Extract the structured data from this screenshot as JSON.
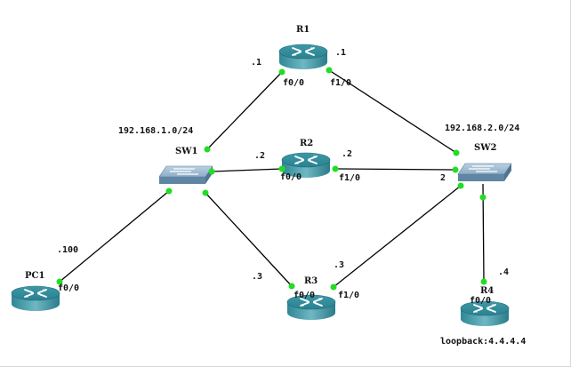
{
  "networks": {
    "net1": "192.168.1.0/24",
    "net2": "192.168.2.0/24"
  },
  "nodes": {
    "R1": {
      "name": "R1",
      "type": "router"
    },
    "R2": {
      "name": "R2",
      "type": "router"
    },
    "R3": {
      "name": "R3",
      "type": "router"
    },
    "R4": {
      "name": "R4",
      "type": "router"
    },
    "PC1": {
      "name": "PC1",
      "type": "router"
    },
    "SW1": {
      "name": "SW1",
      "type": "switch"
    },
    "SW2": {
      "name": "SW2",
      "type": "switch"
    }
  },
  "labels": {
    "r1_left_ip": ".1",
    "r1_right_ip": ".1",
    "r1_left_if": "f0/0",
    "r1_right_if": "f1/0",
    "r2_left_ip": ".2",
    "r2_right_ip": ".2",
    "r2_left_if": "f0/0",
    "r2_right_if": "f1/0",
    "sw2_r2_ip": "2",
    "r3_left_ip": ".3",
    "r3_right_ip": ".3",
    "r3_left_if": "f0/0",
    "r3_right_if": "f1/0",
    "pc1_ip": ".100",
    "pc1_if": "f0/0",
    "r4_ip": ".4",
    "r4_if": "f0/0",
    "r4_loopback": "loopback:4.4.4.4"
  },
  "colors": {
    "router_body": "#4a9aa8",
    "router_top": "#2e8a98",
    "switch_body": "#8fb0c8",
    "port": "#22dd22"
  }
}
